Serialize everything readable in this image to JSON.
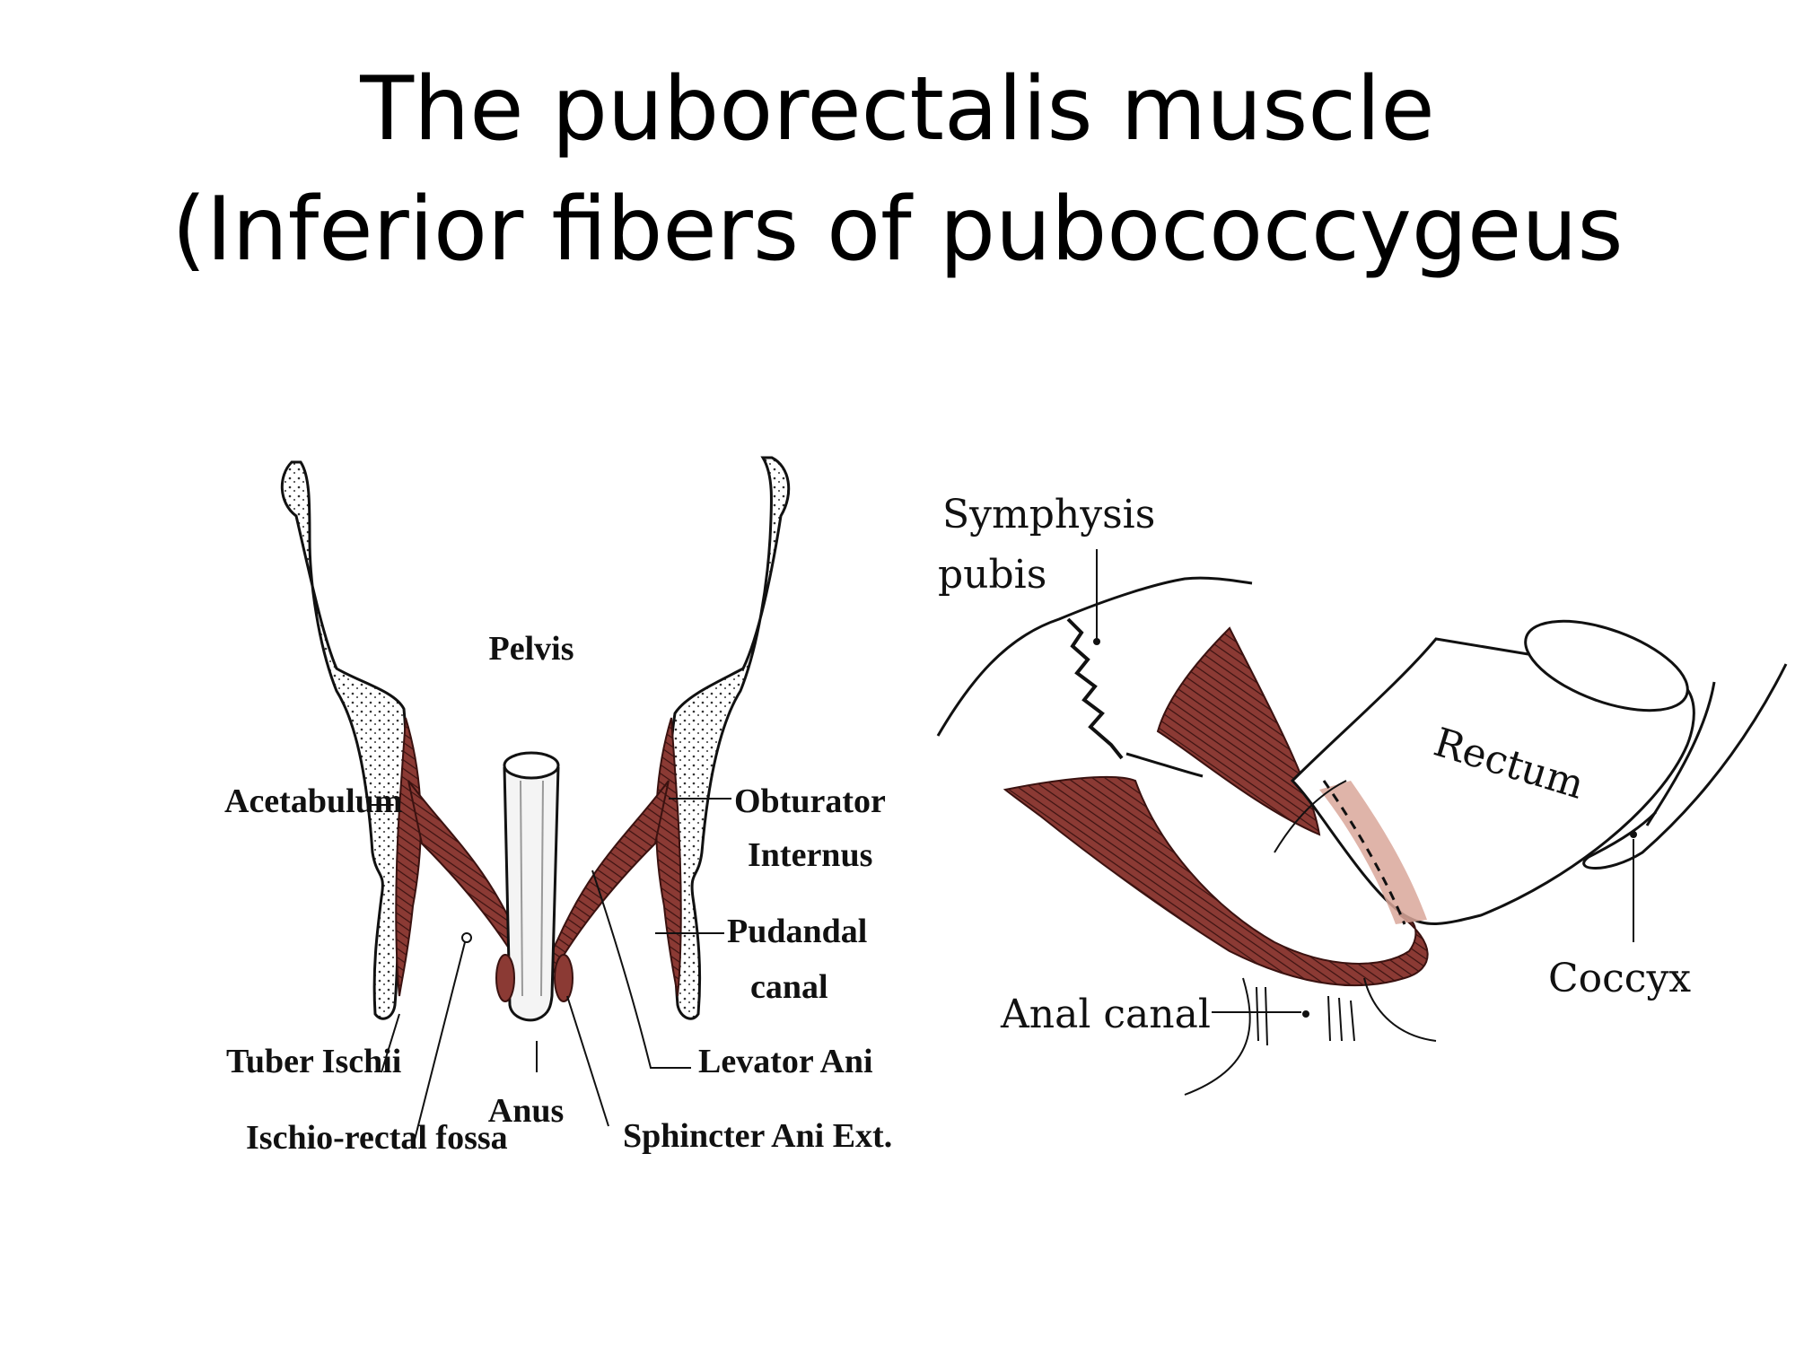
{
  "title": {
    "line1": "The puborectalis muscle",
    "line2": "(Inferior fibers of pubococcygeus"
  },
  "left_figure": {
    "labels": {
      "pelvis": "Pelvis",
      "acetabulum": "Acetabulum",
      "obturator_1": "Obturator",
      "obturator_2": "Internus",
      "pudendal_1": "Pudandal",
      "pudendal_2": "canal",
      "tuber": "Tuber Ischii",
      "fossa": "Ischio-rectal fossa",
      "anus": "Anus",
      "levator": "Levator Ani",
      "sphincter": "Sphincter Ani Ext."
    }
  },
  "right_figure": {
    "labels": {
      "symphysis_1": "Symphysis",
      "symphysis_2": "pubis",
      "rectum": "Rectum",
      "coccyx": "Coccyx",
      "anal_canal": "Anal canal"
    }
  },
  "colors": {
    "muscle": "#8b3a34",
    "muscle_light": "#d9a79a",
    "outline": "#111111"
  }
}
